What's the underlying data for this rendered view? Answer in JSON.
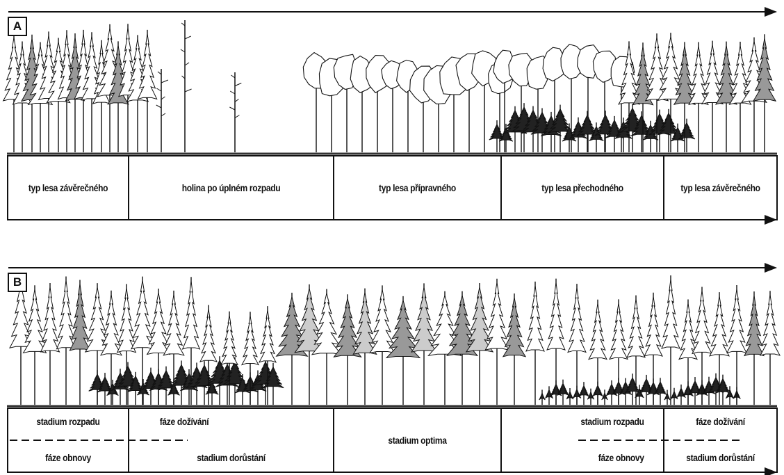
{
  "panel_a": {
    "tag": "A",
    "cells": [
      "typ lesa závěrečného",
      "holina po úplném rozpadu",
      "typ lesa přípravného",
      "typ lesa přechodného",
      "typ lesa závěrečného"
    ]
  },
  "panel_b": {
    "tag": "B",
    "cells": {
      "c1_top": "stadium rozpadu",
      "c1_bottom": "fáze obnovy",
      "c2_top": "fáze dožívání",
      "c2_bottom": "stadium dorůstání",
      "c3": "stadium optima",
      "c4_top": "stadium rozpadu",
      "c4_bottom": "fáze obnovy",
      "c5_top": "fáze dožívání",
      "c5_bottom": "stadium dorůstání"
    }
  }
}
